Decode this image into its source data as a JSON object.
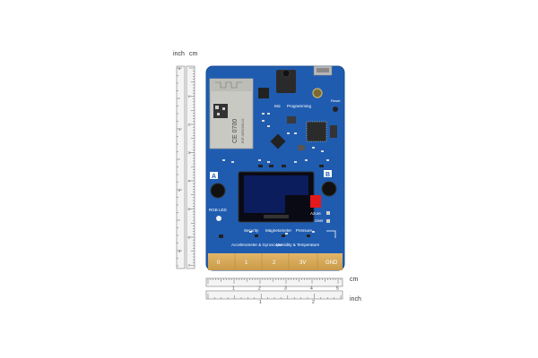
{
  "ruler_vertical": {
    "unit_inch": "inch",
    "unit_cm": "cm",
    "inch_ticks": [
      "0",
      "1",
      "2",
      "3"
    ],
    "cm_ticks": [
      "1",
      "2",
      "3",
      "4",
      "5",
      "6",
      "7"
    ]
  },
  "ruler_horizontal": {
    "unit_cm": "cm",
    "unit_inch": "inch",
    "cm_ticks": [
      "1",
      "2",
      "3",
      "4",
      "5"
    ],
    "inch_ticks": [
      "1",
      "2"
    ]
  },
  "board": {
    "color": "#1f5cb0",
    "chip_text_1": "CE 0700",
    "chip_text_2": "ESP-WROOM-02",
    "labels": {
      "mic": "Mic",
      "programming": "Programming",
      "reset": "Reset",
      "button_a": "A",
      "button_b": "B",
      "rgb_led": "RGB LED",
      "azure": "Azure",
      "user": "User",
      "security": "Security",
      "magnetometer": "Magnetometer",
      "pressure": "Pressure",
      "accelerometer": "Accelerometer & Gyroscope",
      "humidity": "Humidity & Temperature"
    },
    "pins": [
      "0",
      "1",
      "2",
      "3V",
      "GND"
    ]
  }
}
